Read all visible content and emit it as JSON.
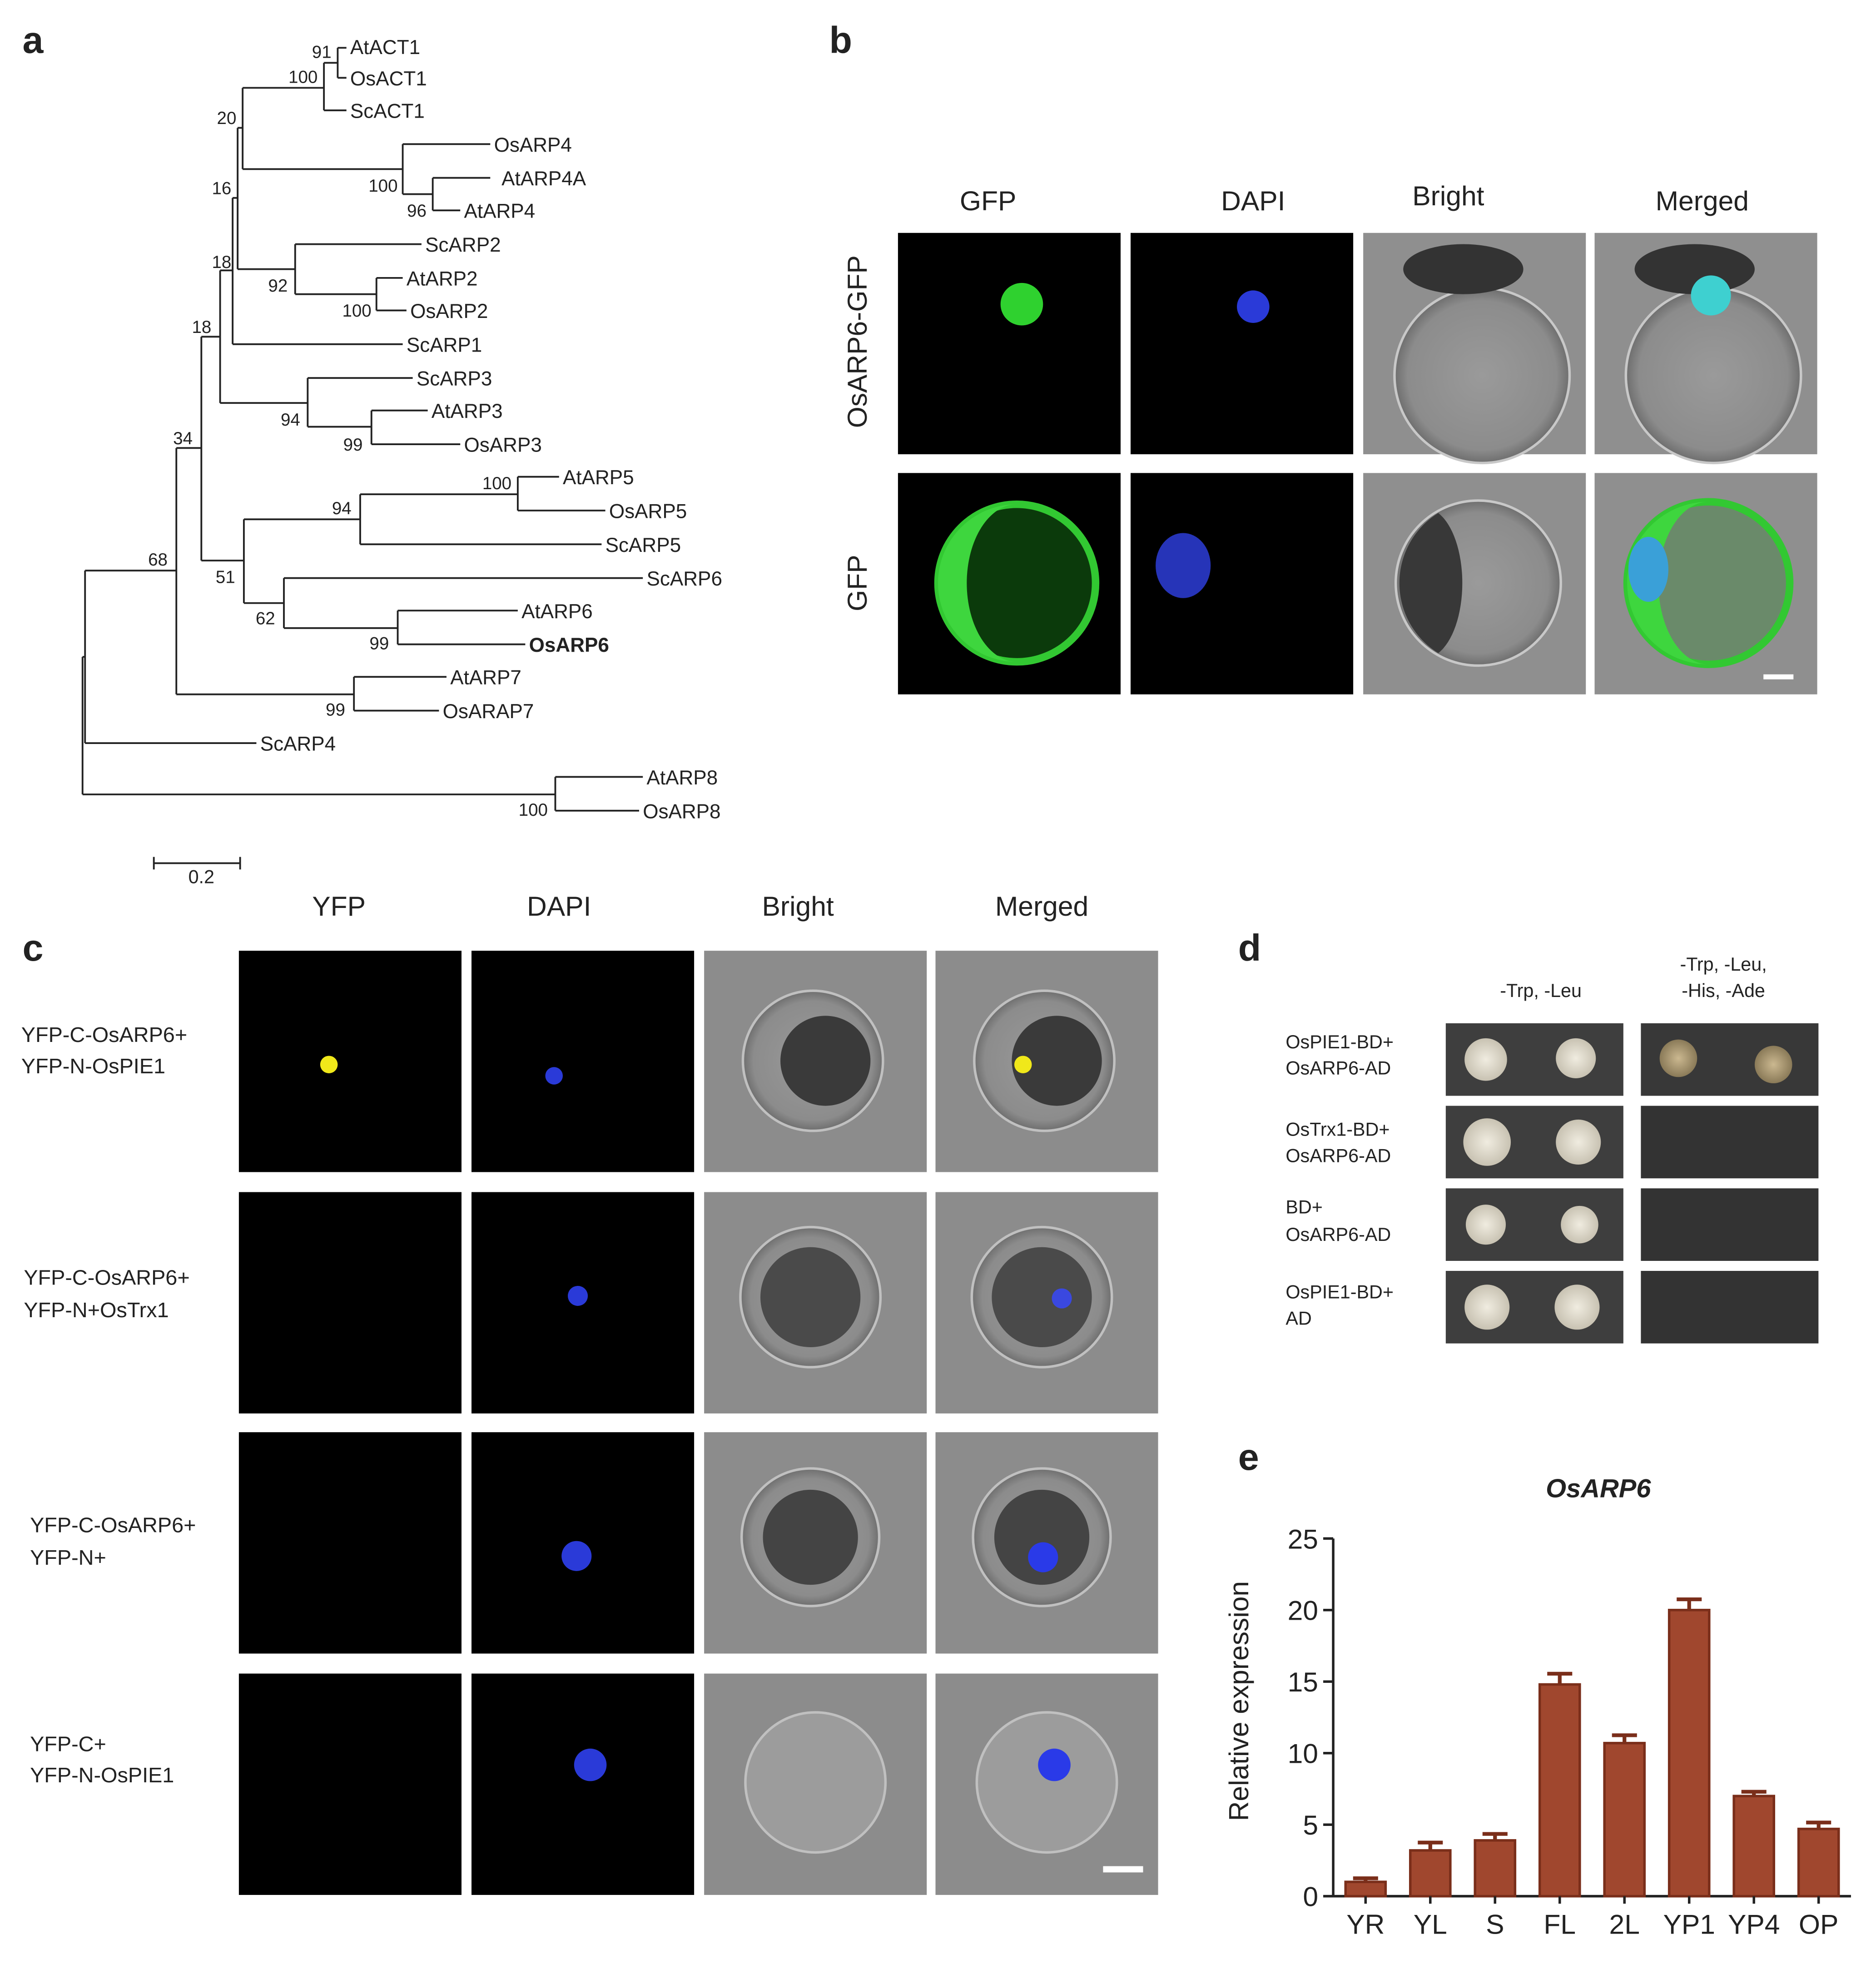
{
  "panels": {
    "a": "a",
    "b": "b",
    "c": "c",
    "d": "d",
    "e": "e"
  },
  "tree": {
    "scale_label": "0.2",
    "leaves": [
      "AtACT1",
      "OsACT1",
      "ScACT1",
      "OsARP4",
      "AtARP4A",
      "AtARP4",
      "ScARP2",
      "AtARP2",
      "OsARP2",
      "ScARP1",
      "ScARP3",
      "AtARP3",
      "OsARP3",
      "AtARP5",
      "OsARP5",
      "ScARP5",
      "ScARP6",
      "AtARP6",
      "OsARP6",
      "AtARP7",
      "OsARAP7",
      "ScARP4",
      "AtARP8",
      "OsARP8"
    ],
    "highlight_leaf": "OsARP6",
    "bootstraps": [
      "91",
      "100",
      "20",
      "100",
      "96",
      "16",
      "18",
      "92",
      "100",
      "18",
      "94",
      "99",
      "34",
      "100",
      "94",
      "68",
      "51",
      "62",
      "99",
      "99",
      "100"
    ]
  },
  "panel_b": {
    "col_headers": [
      "GFP",
      "DAPI",
      "Bright",
      "Merged"
    ],
    "row_labels": [
      "OsARP6-GFP",
      "GFP"
    ]
  },
  "panel_c": {
    "col_headers": [
      "YFP",
      "DAPI",
      "Bright",
      "Merged"
    ],
    "rows": [
      {
        "line1": "YFP-C-OsARP6+",
        "line2": "YFP-N-OsPIE1"
      },
      {
        "line1": "YFP-C-OsARP6+",
        "line2": "YFP-N+OsTrx1"
      },
      {
        "line1": "YFP-C-OsARP6+",
        "line2": "YFP-N+"
      },
      {
        "line1": "YFP-C+",
        "line2": "YFP-N-OsPIE1"
      }
    ]
  },
  "panel_d": {
    "col1": "-Trp, -Leu",
    "col2_line1": "-Trp, -Leu,",
    "col2_line2": "-His, -Ade",
    "rows": [
      {
        "line1": "OsPIE1-BD+",
        "line2": "OsARP6-AD"
      },
      {
        "line1": "OsTrx1-BD+",
        "line2": "OsARP6-AD"
      },
      {
        "line1": "BD+",
        "line2": "OsARP6-AD"
      },
      {
        "line1": "OsPIE1-BD+",
        "line2": "AD"
      }
    ]
  },
  "chart_data": {
    "type": "bar",
    "title": "OsARP6",
    "xlabel": "",
    "ylabel": "Relative expression",
    "categories": [
      "YR",
      "YL",
      "S",
      "FL",
      "2L",
      "YP1",
      "YP4",
      "OP"
    ],
    "values": [
      1.0,
      3.2,
      3.9,
      14.8,
      10.7,
      20.0,
      7.0,
      4.7
    ],
    "errors": [
      0.25,
      0.55,
      0.45,
      0.75,
      0.55,
      0.75,
      0.3,
      0.45
    ],
    "ylim": [
      0,
      25
    ],
    "yticks": [
      "0",
      "5",
      "10",
      "15",
      "20",
      "25"
    ],
    "bar_color": "#A0472E",
    "grid": false
  }
}
